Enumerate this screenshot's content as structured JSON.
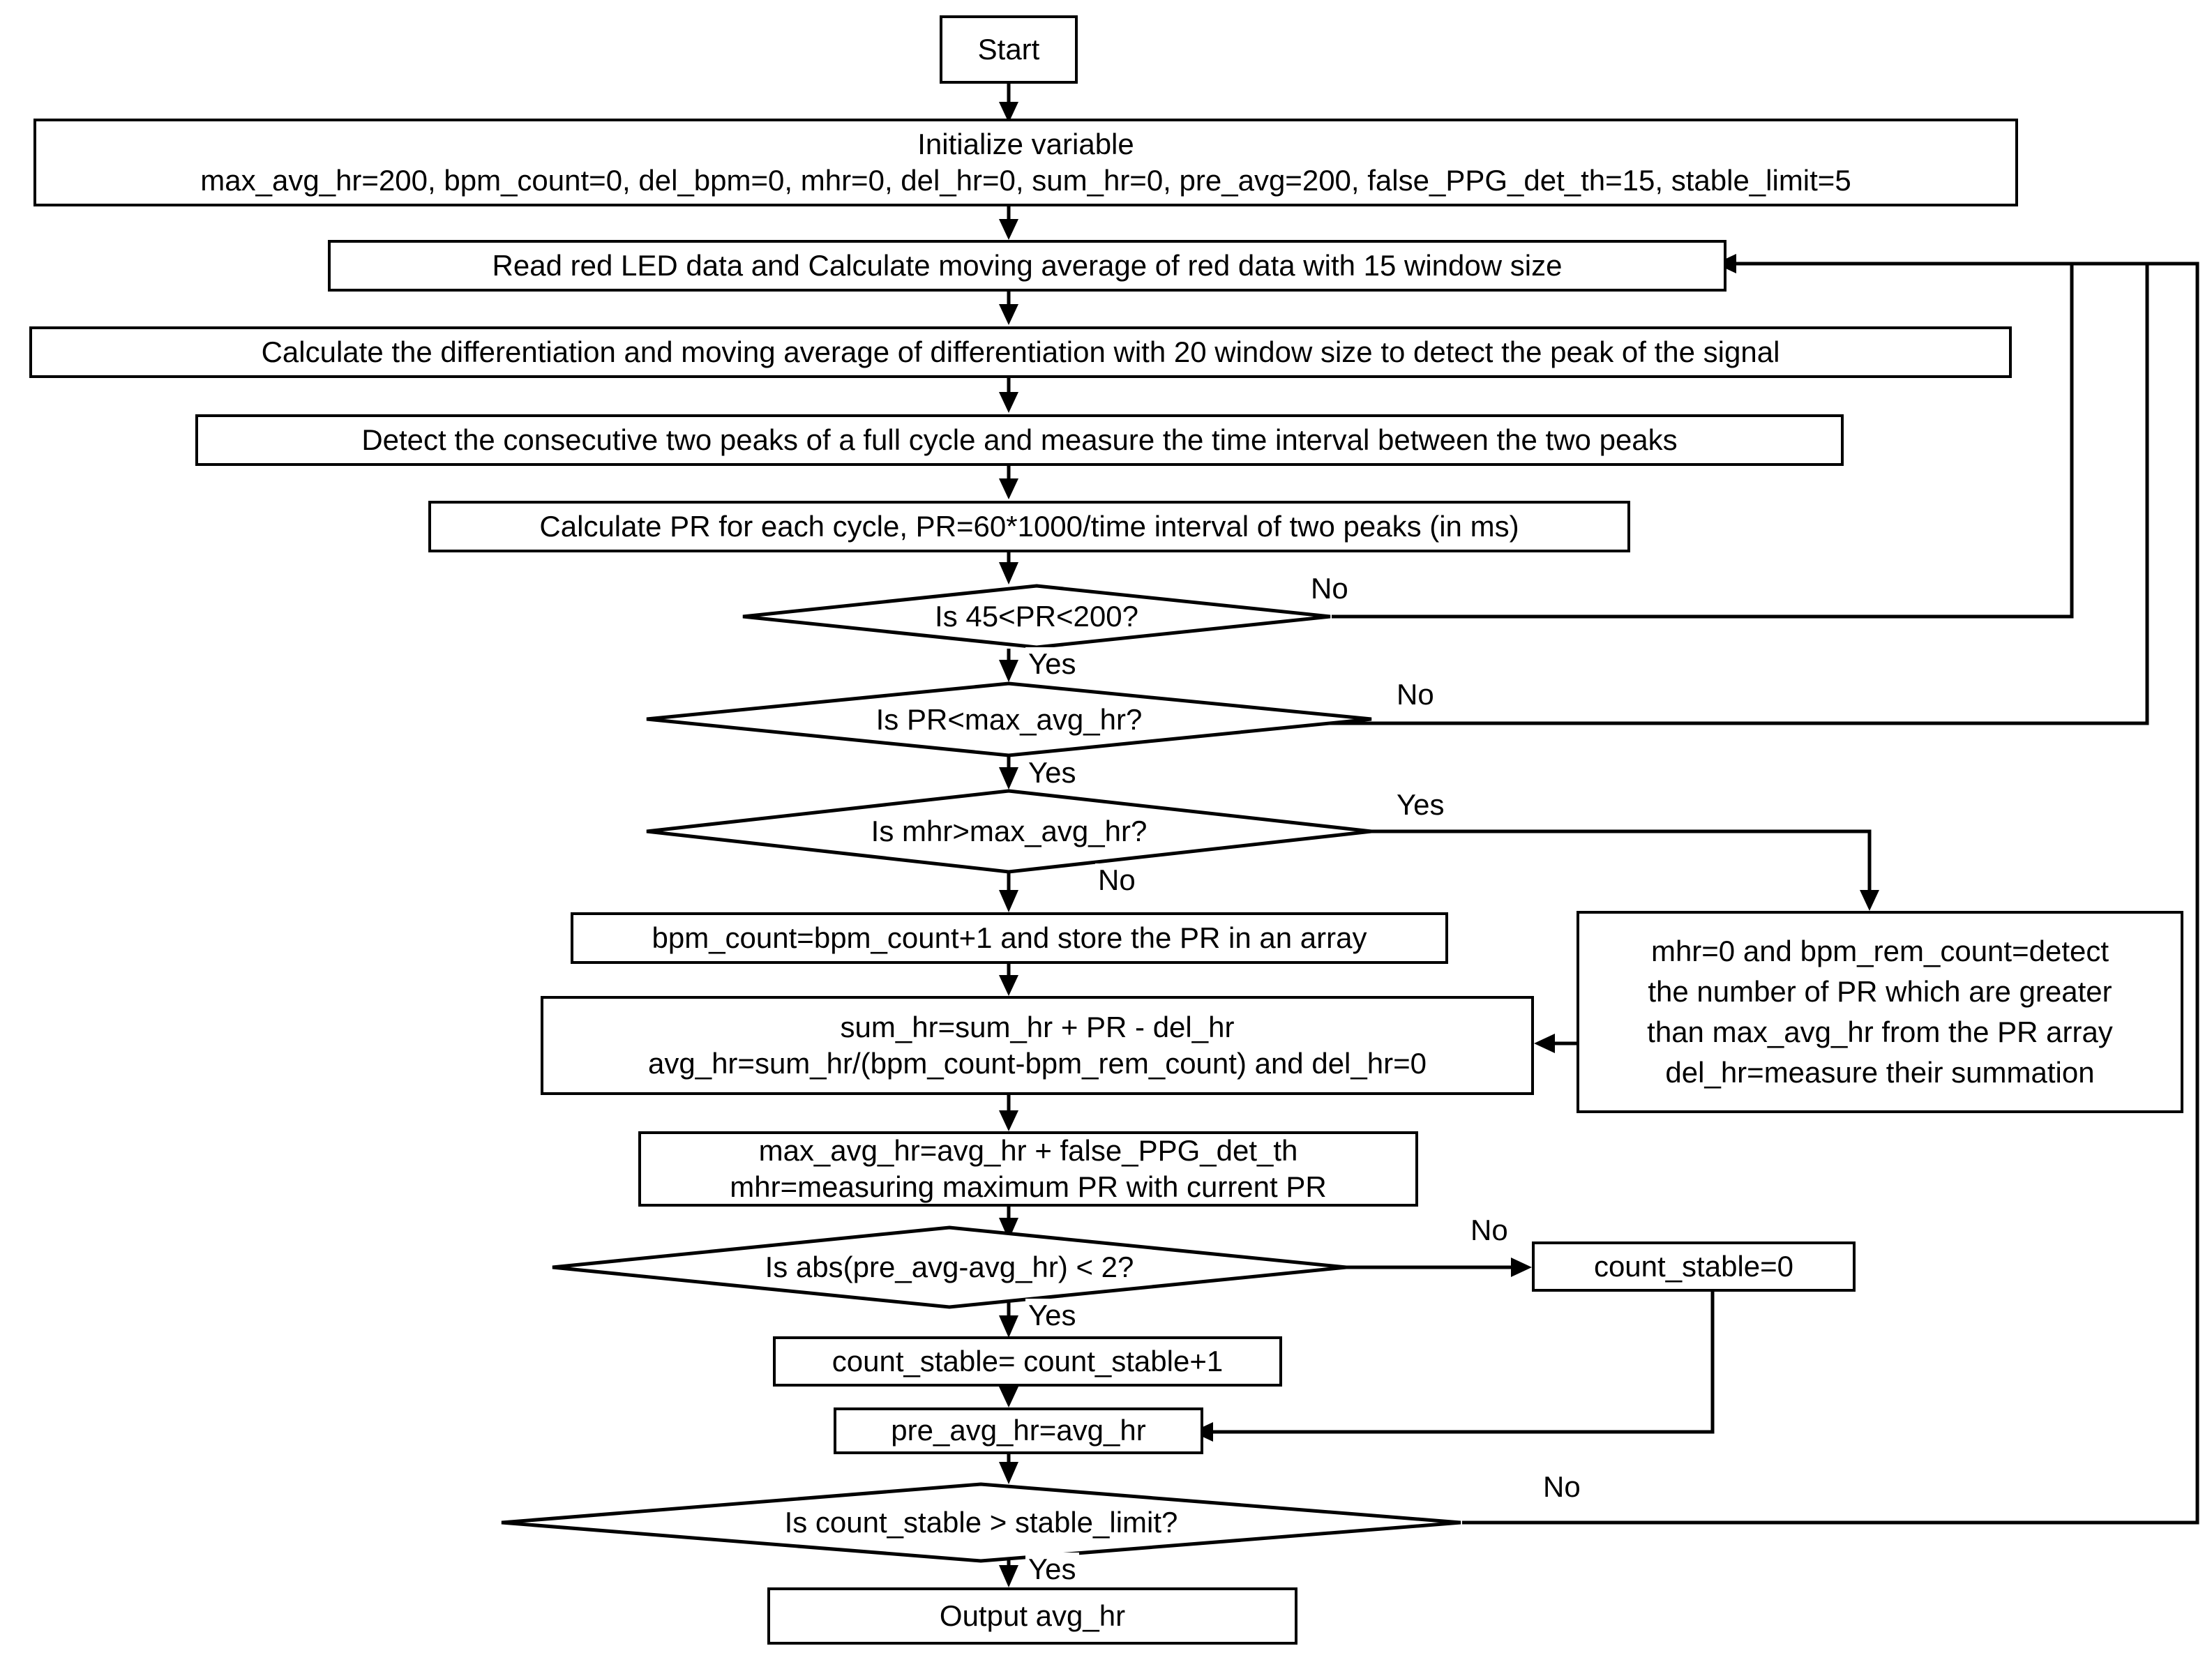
{
  "diagram": {
    "title": "Pulse rate (PR) averaging algorithm flowchart",
    "type": "flowchart",
    "stroke_color": "#000000",
    "fill_color": "#ffffff",
    "text_color": "#000000"
  },
  "nodes": {
    "start": {
      "label": "Start",
      "shape": "process"
    },
    "initialize": {
      "label": "Initialize variable\nmax_avg_hr=200, bpm_count=0, del_bpm=0, mhr=0, del_hr=0, sum_hr=0, pre_avg=200, false_PPG_det_th=15, stable_limit=5",
      "shape": "process"
    },
    "read_red": {
      "label": "Read red LED data and Calculate moving average of red data with 15 window size",
      "shape": "process"
    },
    "differentiation": {
      "label": "Calculate the differentiation and moving average of differentiation with 20 window size to detect the peak of the signal",
      "shape": "process"
    },
    "detect_peaks": {
      "label": "Detect the consecutive two peaks of a full cycle and measure the time interval between the two peaks",
      "shape": "process"
    },
    "calc_pr": {
      "label": "Calculate PR for each cycle, PR=60*1000/time interval of two peaks (in ms)",
      "shape": "process"
    },
    "dec_pr_range": {
      "label": "Is 45<PR<200?",
      "shape": "decision"
    },
    "dec_pr_lt_max": {
      "label": "Is PR<max_avg_hr?",
      "shape": "decision"
    },
    "dec_mhr_gt_max": {
      "label": "Is mhr>max_avg_hr?",
      "shape": "decision"
    },
    "bpm_count": {
      "label": "bpm_count=bpm_count+1 and store the PR in an array",
      "shape": "process"
    },
    "sum_hr": {
      "label": "sum_hr=sum_hr + PR - del_hr\navg_hr=sum_hr/(bpm_count-bpm_rem_count) and del_hr=0",
      "shape": "process"
    },
    "mhr_reset": {
      "label": "mhr=0 and bpm_rem_count=detect\nthe number of PR which are greater\nthan max_avg_hr from the PR array\ndel_hr=measure their summation",
      "shape": "process"
    },
    "max_avg_update": {
      "label": "max_avg_hr=avg_hr + false_PPG_det_th\nmhr=measuring maximum PR with current PR",
      "shape": "process"
    },
    "dec_abs_diff": {
      "label": "Is abs(pre_avg-avg_hr) < 2?",
      "shape": "decision"
    },
    "count_stable_zero": {
      "label": "count_stable=0",
      "shape": "process"
    },
    "count_stable_inc": {
      "label": "count_stable= count_stable+1",
      "shape": "process"
    },
    "pre_avg_assign": {
      "label": "pre_avg_hr=avg_hr",
      "shape": "process"
    },
    "dec_stable_limit": {
      "label": "Is count_stable > stable_limit?",
      "shape": "decision"
    },
    "output": {
      "label": "Output avg_hr",
      "shape": "process"
    }
  },
  "edge_labels": {
    "pr_range_no": "No",
    "pr_range_yes": "Yes",
    "pr_lt_max_no": "No",
    "pr_lt_max_yes": "Yes",
    "mhr_gt_max_yes": "Yes",
    "mhr_gt_max_no": "No",
    "abs_diff_no": "No",
    "abs_diff_yes": "Yes",
    "stable_limit_no": "No",
    "stable_limit_yes": "Yes"
  }
}
